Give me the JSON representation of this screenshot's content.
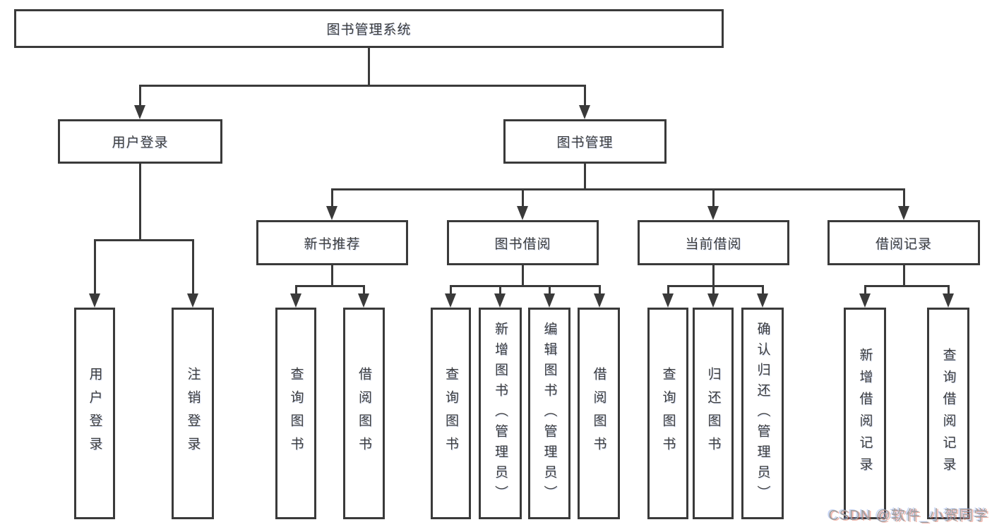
{
  "diagram": {
    "tree": {
      "label": "图书管理系统",
      "children": [
        {
          "label": "用户登录",
          "children": [
            {
              "label": "用户登录"
            },
            {
              "label": "注销登录"
            }
          ]
        },
        {
          "label": "图书管理",
          "children": [
            {
              "label": "新书推荐",
              "children": [
                {
                  "label": "查询图书"
                },
                {
                  "label": "借阅图书"
                }
              ]
            },
            {
              "label": "图书借阅",
              "children": [
                {
                  "label": "查询图书"
                },
                {
                  "label": "新增图书（管理员）"
                },
                {
                  "label": "编辑图书（管理员）"
                },
                {
                  "label": "借阅图书"
                }
              ]
            },
            {
              "label": "当前借阅",
              "children": [
                {
                  "label": "查询图书"
                },
                {
                  "label": "归还图书"
                },
                {
                  "label": "确认归还（管理员）"
                }
              ]
            },
            {
              "label": "借阅记录",
              "children": [
                {
                  "label": "新增借阅记录"
                },
                {
                  "label": "查询借阅记录"
                }
              ]
            }
          ]
        }
      ]
    }
  },
  "watermark": {
    "text": "CSDN @软件_小贺同学"
  },
  "colors": {
    "line": "#3a3a3a",
    "text": "#3d3d3d",
    "watermark": "#9e9e9e",
    "background": "#ffffff"
  }
}
